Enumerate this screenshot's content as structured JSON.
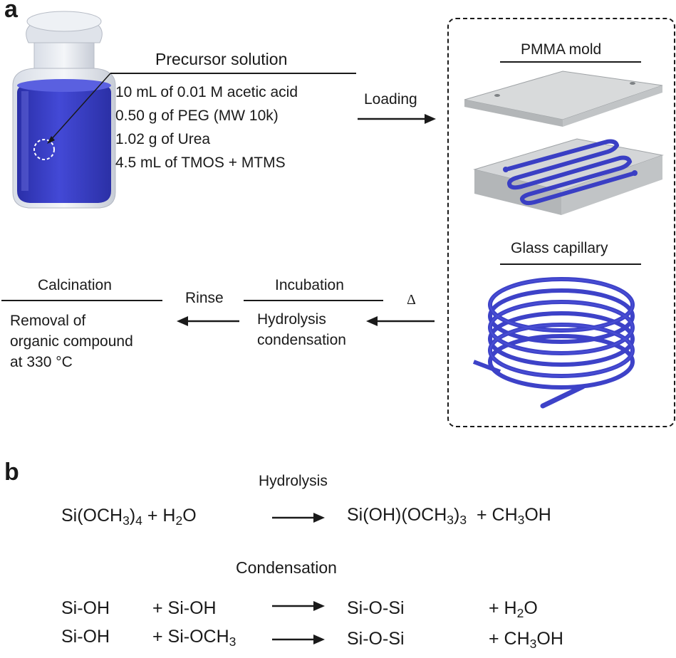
{
  "panel_a": {
    "label": "a",
    "precursor": {
      "title": "Precursor solution",
      "lines": [
        "10 mL of 0.01 M acetic acid",
        "0.50 g of PEG (MW 10k)",
        "1.02 g of Urea",
        "4.5 mL of TMOS + MTMS"
      ]
    },
    "loading_label": "Loading",
    "mold_title": "PMMA mold",
    "capillary_title": "Glass capillary",
    "delta_label": "Δ",
    "incubation": {
      "title": "Incubation",
      "lines": [
        "Hydrolysis",
        "condensation"
      ]
    },
    "rinse_label": "Rinse",
    "calcination": {
      "title": "Calcination",
      "lines": [
        "Removal of",
        "organic compound",
        "at 330 °C"
      ]
    }
  },
  "panel_b": {
    "label": "b",
    "hydrolysis": {
      "title": "Hydrolysis",
      "lhs": {
        "a": "Si(OCH",
        "a_sub": "3",
        "a_close": ")",
        "a_sub2": "4",
        "b": " + H",
        "b_sub": "2",
        "b_end": "O"
      },
      "rhs": {
        "a": "Si(OH)(OCH",
        "a_sub": "3",
        "a_close": ")",
        "a_sub2": "3",
        "b": "+ CH",
        "b_sub": "3",
        "b_end": "OH"
      }
    },
    "condensation": {
      "title": "Condensation",
      "rows": [
        {
          "r1": "Si-OH",
          "r2": "+ Si-OH",
          "r2_sub": "",
          "p1": "Si-O-Si",
          "p2": "+ H",
          "p2_sub": "2",
          "p2_end": "O"
        },
        {
          "r1": "Si-OH",
          "r2": "+ Si-OCH",
          "r2_sub": "3",
          "p1": "Si-O-Si",
          "p2": "+ CH",
          "p2_sub": "3",
          "p2_end": "OH"
        }
      ]
    }
  },
  "colors": {
    "solution_blue": "#3a3fc4",
    "ink": "#1a1a1a",
    "mold_gray": "#c9cbcc"
  },
  "icons": [
    "vial-icon",
    "pmma-mold-icon",
    "glass-capillary-coil-icon",
    "arrow-icon"
  ]
}
